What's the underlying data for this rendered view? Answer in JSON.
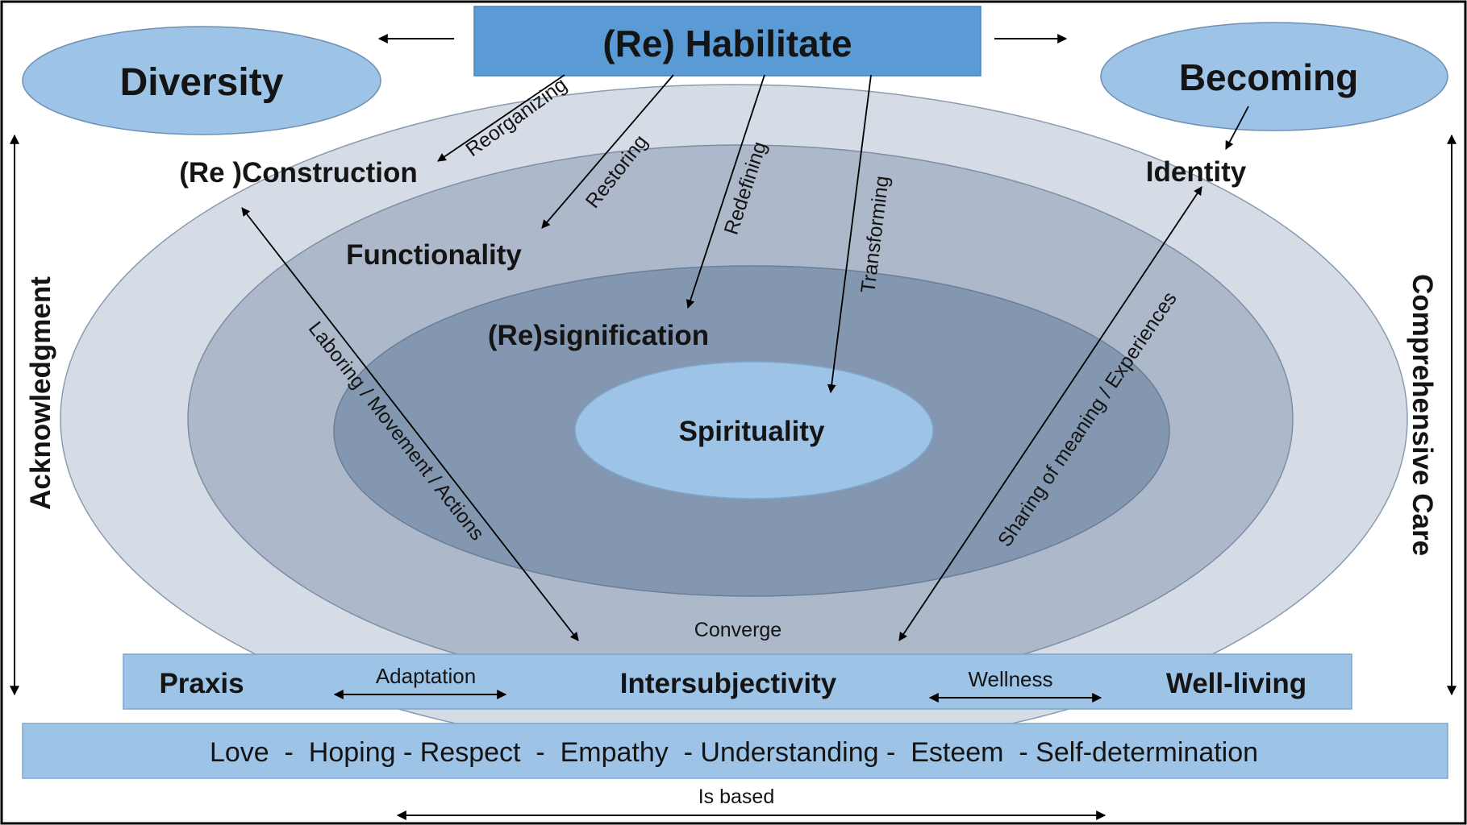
{
  "title": "(Re) Habilitate",
  "diversity": "Diversity",
  "becoming": "Becoming",
  "construction": "(Re )Construction",
  "identity": "Identity",
  "functionality": "Functionality",
  "resignification": "(Re)signification",
  "spirituality": "Spirituality",
  "arrows": {
    "reorganizing": "Reorganizing",
    "restoring": "Restoring",
    "redefining": "Redefining",
    "transforming": "Transforming",
    "laboring": "Laboring / Movement / Actions",
    "sharing": "Sharing of meaning / Experiences",
    "converge": "Converge"
  },
  "left_side": "Acknowledgment",
  "right_side": "Comprehensive Care",
  "praxis_bar": {
    "praxis": "Praxis",
    "adaptation": "Adaptation",
    "intersubjectivity": "Intersubjectivity",
    "wellness": "Wellness",
    "well_living": "Well-living"
  },
  "values_bar": "Love  -  Hoping - Respect  -  Empathy  - Understanding -  Esteem  - Self-determination",
  "is_based": "Is based",
  "colors": {
    "frame": "#000000",
    "title_box": "#5b9bd5",
    "side_ellipse": "#9dc3e6",
    "ring_outer": "#d6dce5",
    "ring_mid": "#adb9ca",
    "ring_inner": "#8497b0",
    "core": "#9dc3e6",
    "bars": "#9dc3e6"
  }
}
